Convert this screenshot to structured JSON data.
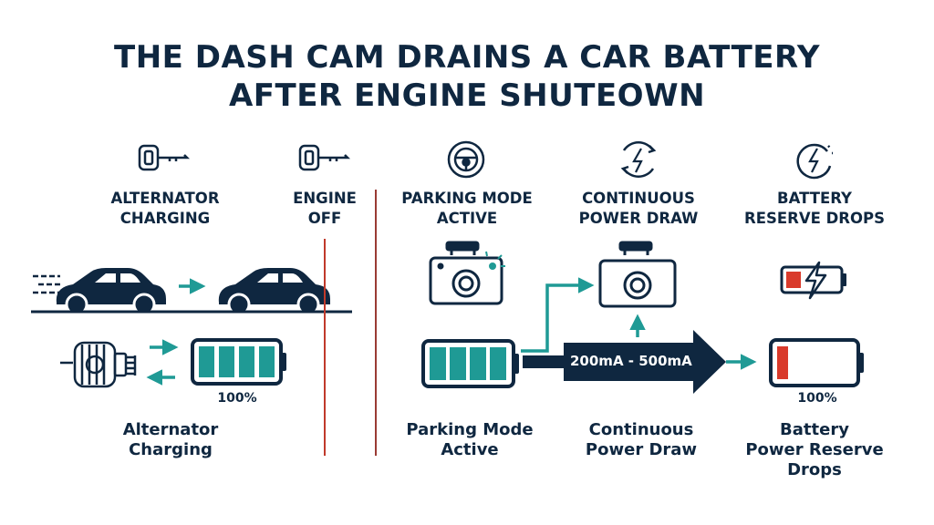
{
  "title": {
    "line1": "THE DASH CAM DRAINS A CAR BATTERY",
    "line2": "AFTER ENGINE SHUTEOWN"
  },
  "top_labels": {
    "alternator": [
      "ALTERNATOR",
      "CHARGING"
    ],
    "engine": [
      "ENGINE",
      "OFF"
    ],
    "parking": [
      "PARKING MODE",
      "ACTIVE"
    ],
    "continuous": [
      "CONTINUOUS",
      "POWER DRAW"
    ],
    "battery": [
      "BATTERY",
      "RESERVE DROPS"
    ]
  },
  "battery_left_pct": "100%",
  "battery_right_pct": "100%",
  "draw_label": "200mA - 500mA",
  "bottom_captions": {
    "alternator": [
      "Alternator",
      "Charging"
    ],
    "parking": [
      "Parking Mode",
      "Active"
    ],
    "continuous": [
      "Continuous",
      "Power Draw"
    ],
    "battery": [
      "Battery",
      "Power Reserve",
      "Drops"
    ]
  },
  "colors": {
    "navy": "#0f2740",
    "teal": "#1f9a95",
    "red_line": "#c0392b",
    "battery_red": "#d93a2b"
  },
  "icons": [
    "key-icon",
    "key-icon",
    "steering-wheel-icon",
    "power-cycle-icon",
    "battery-reserve-icon",
    "car-icon",
    "alternator-icon",
    "dash-cam-icon",
    "low-battery-icon"
  ]
}
